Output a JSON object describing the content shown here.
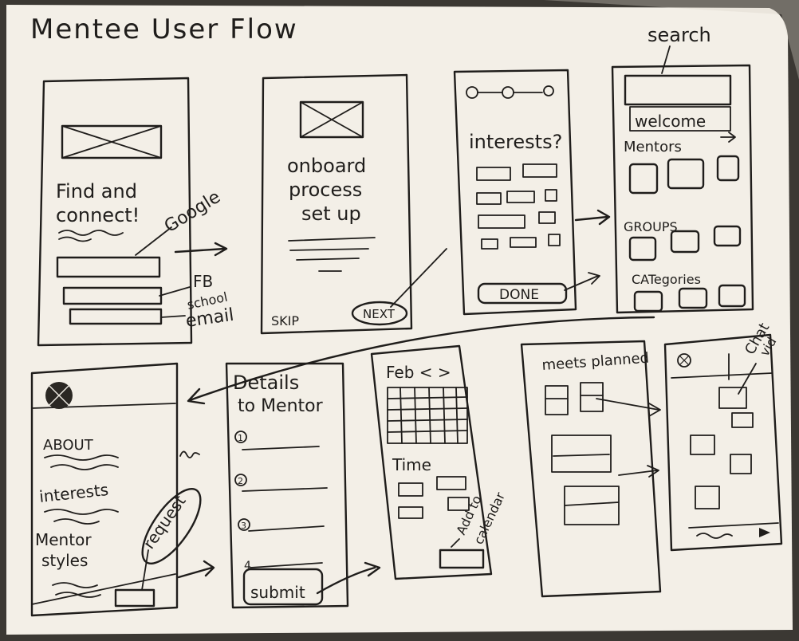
{
  "title": "Mentee User Flow",
  "screen1": {
    "headline_1": "Find and",
    "headline_2": "connect!",
    "google": "Google",
    "fb": "FB",
    "school": "school",
    "email": "email"
  },
  "screen2": {
    "line1": "onboard",
    "line2": "process",
    "line3": "set up",
    "skip": "SKIP",
    "next": "NEXT"
  },
  "screen3": {
    "question": "interests?",
    "done": "DONE"
  },
  "screen4": {
    "search_label": "search",
    "welcome": "welcome",
    "mentors": "Mentors",
    "groups": "GROUPS",
    "categories": "CATegories"
  },
  "screen5": {
    "about": "ABOUT",
    "interests": "interests",
    "mentor": "Mentor",
    "styles": "styles",
    "request": "request"
  },
  "screen6": {
    "title_1": "Details",
    "title_2": "to Mentor",
    "n1": "1",
    "n2": "2",
    "n3": "3",
    "n4": "4",
    "submit": "submit"
  },
  "screen7": {
    "month": "Feb < >",
    "time": "Time",
    "add_1": "Add to",
    "add_2": "calendar"
  },
  "screen8": {
    "title": "meets planned"
  },
  "screen9": {
    "chat": "Chat",
    "vid": "vid"
  }
}
